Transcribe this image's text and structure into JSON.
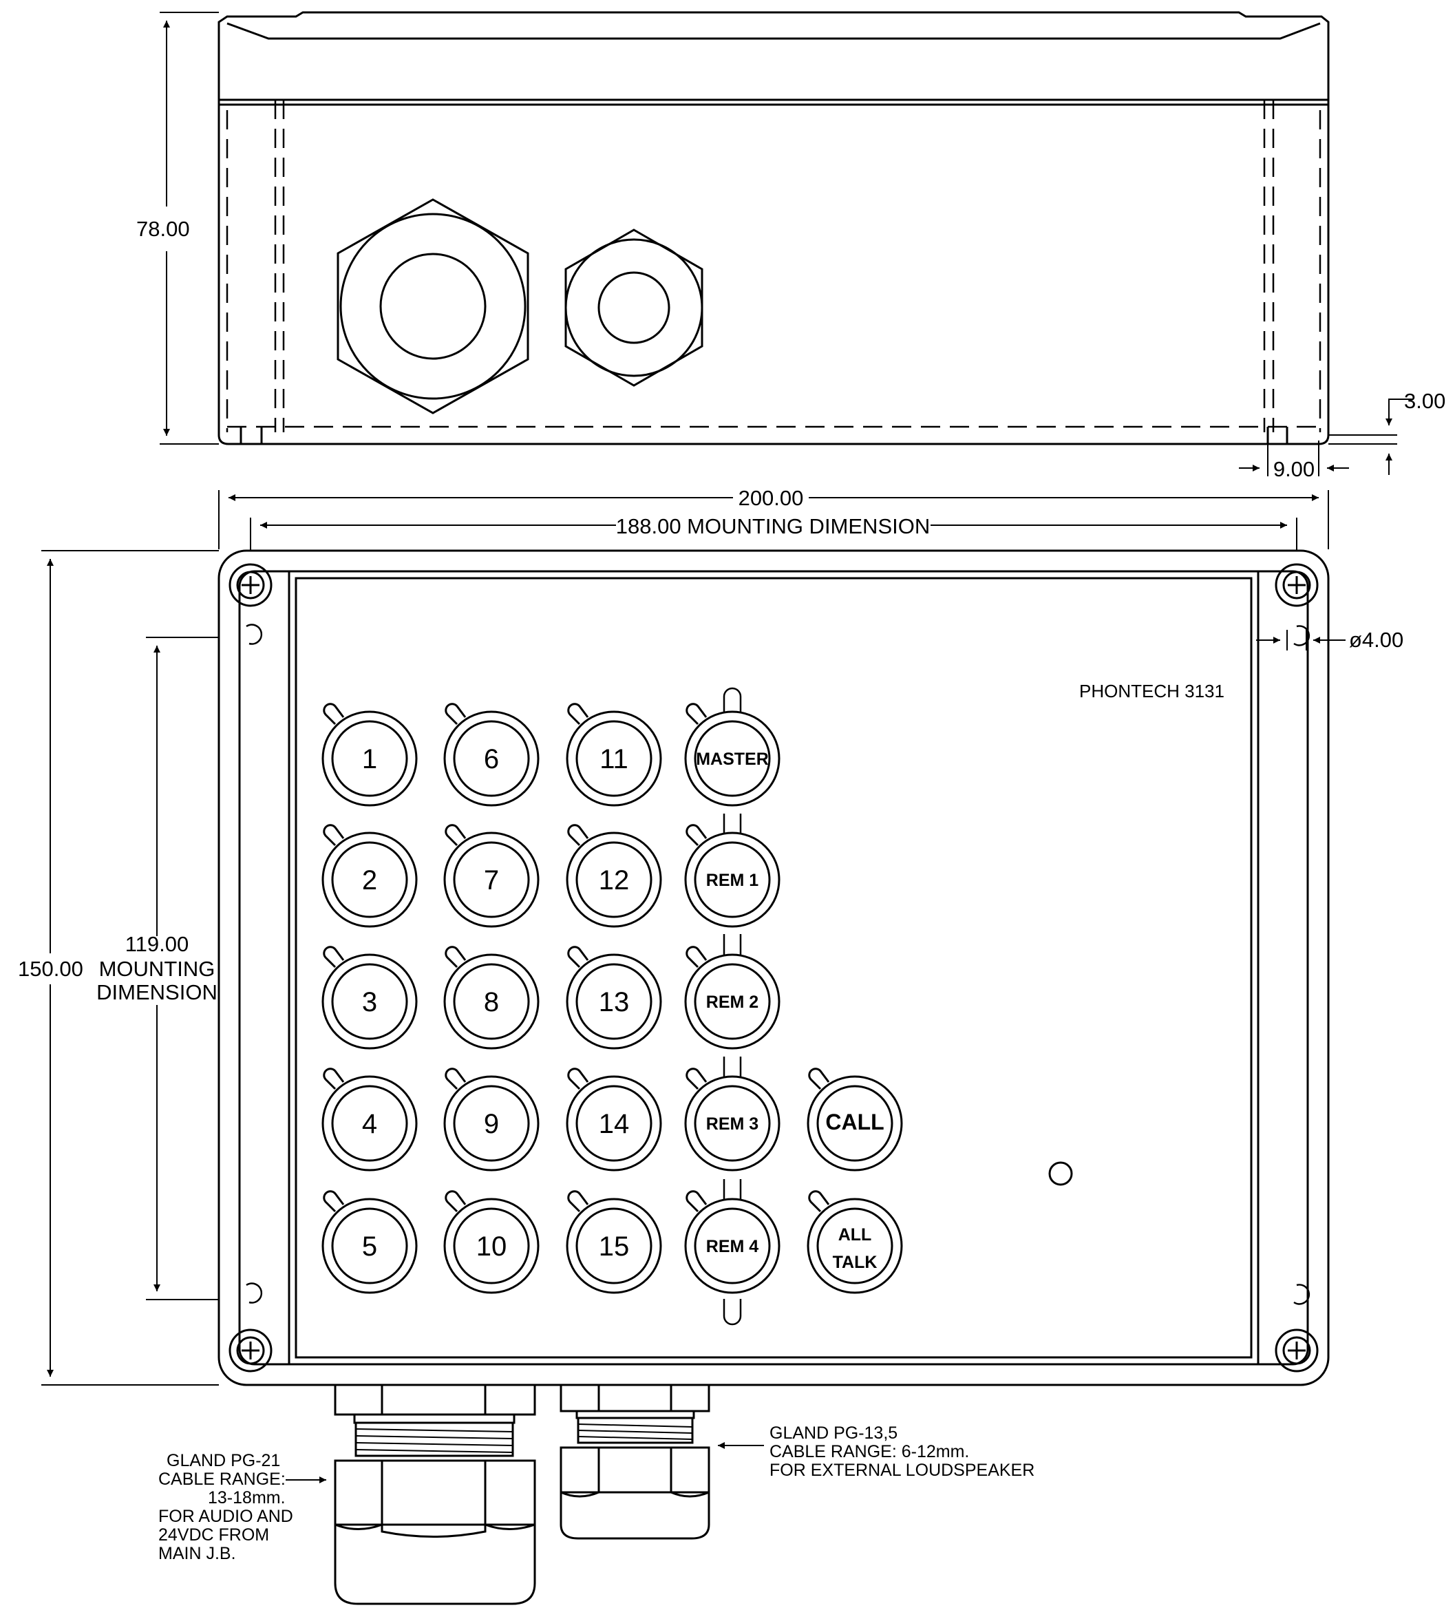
{
  "dimensions": {
    "height_top": "78.00",
    "offset_small": "3.00",
    "offset_width": "9.00",
    "overall_width": "200.00",
    "mounting_width": "188.00 MOUNTING DIMENSION",
    "overall_height": "150.00",
    "mounting_height": [
      "119.00",
      "MOUNTING",
      "DIMENSION"
    ],
    "hole_diameter": "ø4.00"
  },
  "model_label": "PHONTECH 3131",
  "buttons": {
    "col1": [
      "1",
      "2",
      "3",
      "4",
      "5"
    ],
    "col2": [
      "6",
      "7",
      "8",
      "9",
      "10"
    ],
    "col3": [
      "11",
      "12",
      "13",
      "14",
      "15"
    ],
    "col4": [
      "MASTER",
      "REM 1",
      "REM 2",
      "REM 3",
      "REM 4"
    ],
    "col5": [
      "CALL",
      "ALL TALK"
    ]
  },
  "glands": {
    "left": [
      "GLAND PG-21",
      "CABLE RANGE:",
      "13-18mm.",
      "FOR AUDIO AND",
      "24VDC FROM",
      "MAIN J.B."
    ],
    "right": [
      "GLAND PG-13,5",
      "CABLE RANGE: 6-12mm.",
      "FOR EXTERNAL LOUDSPEAKER"
    ]
  }
}
